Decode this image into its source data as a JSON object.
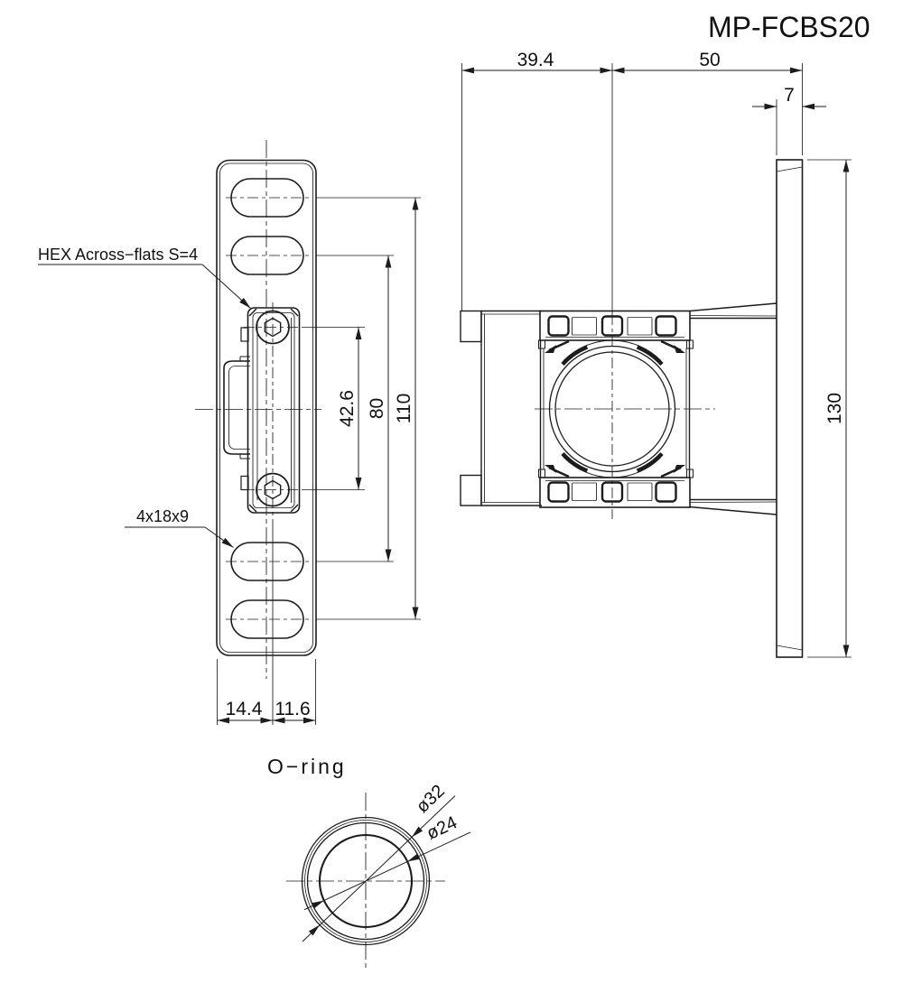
{
  "title": "MP-FCBS20",
  "front_view": {
    "hex_label": "HEX Across−flats S=4",
    "slot_label": "4x18x9",
    "dim_screw_pitch": "42.6",
    "dim_slot_pitch_inner": "80",
    "dim_slot_pitch_outer": "110",
    "dim_width_left": "14.4",
    "dim_width_right": "11.6"
  },
  "side_view": {
    "dim_body_depth": "39.4",
    "dim_flange_offset": "50",
    "dim_flange_thickness": "7",
    "dim_flange_height": "130"
  },
  "oring_detail": {
    "label": "O−ring",
    "dim_outer_dia": "ø32",
    "dim_inner_dia": "ø24"
  }
}
